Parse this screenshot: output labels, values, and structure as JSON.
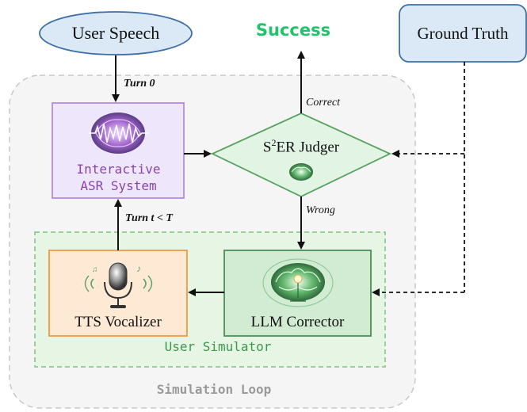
{
  "nodes": {
    "user_speech": "User Speech",
    "ground_truth": "Ground Truth",
    "success": "Success",
    "asr_line1": "Interactive",
    "asr_line2": "ASR System",
    "judger_prefix": "S",
    "judger_superscript": "2",
    "judger_suffix": "ER Judger",
    "tts": "TTS Vocalizer",
    "llm": "LLM Corrector",
    "user_simulator": "User Simulator",
    "simulation_loop": "Simulation Loop"
  },
  "edges": {
    "turn0": "Turn 0",
    "turn_t": "Turn t < T",
    "correct": "Correct",
    "wrong": "Wrong"
  },
  "colors": {
    "speech_fill": "#dbe9f7",
    "speech_stroke": "#3d6fa7",
    "asr_fill": "#eee6fb",
    "asr_stroke": "#b48be4",
    "judger_fill": "#e2f4e4",
    "judger_stroke": "#55a35f",
    "tts_fill": "#fde9d4",
    "tts_stroke": "#ef9b3f",
    "llm_fill": "#d2ebd3",
    "llm_stroke": "#4b8f57",
    "success": "#1fc46a",
    "simulator_border": "#7cc47f",
    "loop_border": "#c8c8c8"
  }
}
